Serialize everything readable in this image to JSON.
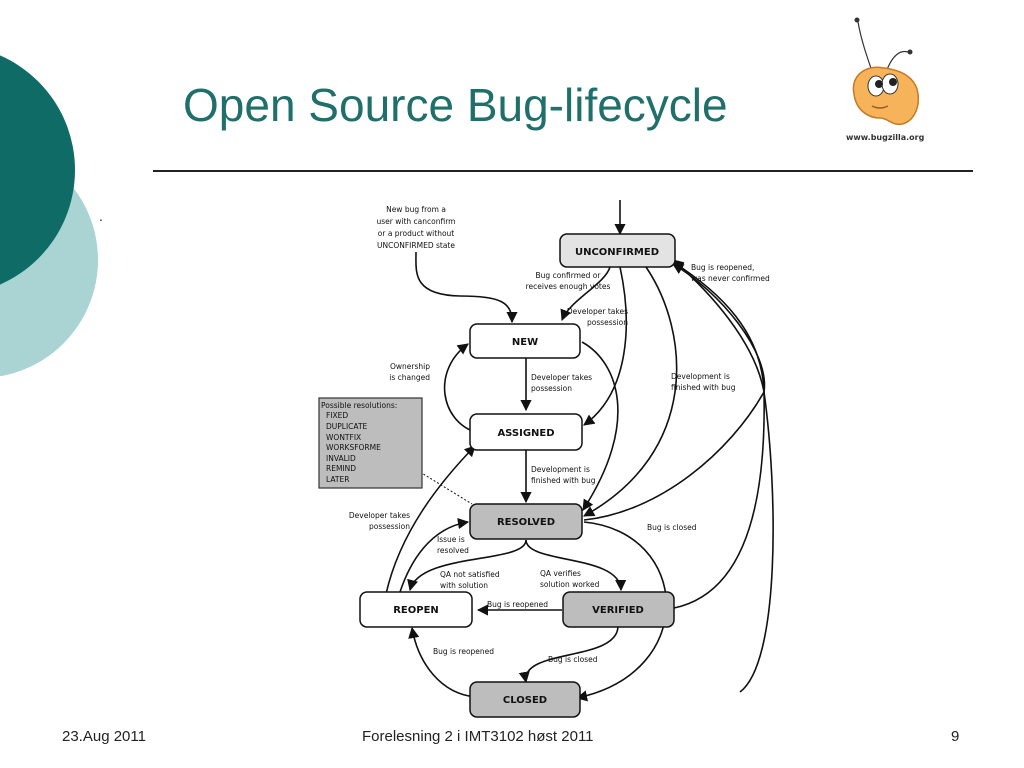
{
  "slide": {
    "title": "Open Source Bug-lifecycle",
    "bullet": "."
  },
  "logo": {
    "icon": "bugzilla-ant-icon",
    "text": "www.bugzilla.org"
  },
  "diagram": {
    "states": {
      "unconfirmed": "UNCONFIRMED",
      "new": "NEW",
      "assigned": "ASSIGNED",
      "resolved": "RESOLVED",
      "reopen": "REOPEN",
      "verified": "VERIFIED",
      "closed": "CLOSED"
    },
    "notes": {
      "newbug": [
        "New bug from a",
        "user with canconfirm",
        "or a product without",
        "UNCONFIRMED state"
      ],
      "confirmed": [
        "Bug confirmed or",
        "receives enough votes"
      ],
      "reopened_never": [
        "Bug is reopened,",
        "was never confirmed"
      ],
      "dev_takes_1": [
        "Developer takes",
        "possession"
      ],
      "ownership": [
        "Ownership",
        "is changed"
      ],
      "dev_takes_2": [
        "Developer takes",
        "possession"
      ],
      "dev_finished_bug": [
        "Development is",
        "finished with bug"
      ],
      "dev_finished_2": [
        "Development is",
        "finished with bug"
      ],
      "dev_takes_3": [
        "Developer takes",
        "possession"
      ],
      "issue_resolved": [
        "Issue is",
        "resolved"
      ],
      "bug_closed_1": "Bug is closed",
      "qa_not": [
        "QA not satisfied",
        "with solution"
      ],
      "qa_verifies": [
        "QA verifies",
        "solution worked"
      ],
      "bug_reopened_1": "Bug is reopened",
      "bug_reopened_2": "Bug is reopened",
      "bug_closed_2": "Bug is closed"
    },
    "resolutions": {
      "heading": "Possible resolutions:",
      "items": [
        "FIXED",
        "DUPLICATE",
        "WONTFIX",
        "WORKSFORME",
        "INVALID",
        "REMIND",
        "LATER"
      ]
    }
  },
  "footer": {
    "date": "23.Aug 2011",
    "center": "Forelesning 2 i IMT3102 høst 2011",
    "page": "9"
  },
  "colors": {
    "title": "#1f6f6a",
    "deco_dark": "#0e6b66",
    "deco_light": "#a9d4d3",
    "node_grey": "#bdbdbd",
    "node_light": "#e3e3e3"
  }
}
